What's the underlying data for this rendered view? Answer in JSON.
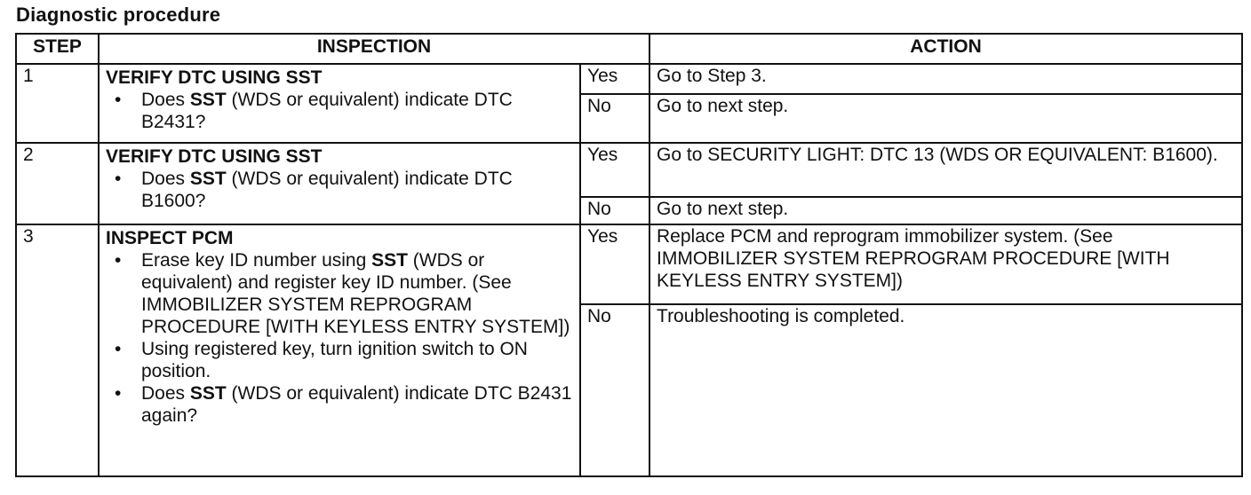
{
  "title": "Diagnostic procedure",
  "headers": {
    "step": "STEP",
    "inspection": "INSPECTION",
    "action": "ACTION"
  },
  "rows": [
    {
      "step": "1",
      "inspection_title": "VERIFY DTC USING SST",
      "items": [
        {
          "pre": "Does ",
          "bold": "SST",
          "post": " (WDS or equivalent) indicate DTC B2431?"
        }
      ],
      "yes_label": "Yes",
      "yes_action": "Go to Step 3.",
      "no_label": "No",
      "no_action": "Go to next step."
    },
    {
      "step": "2",
      "inspection_title": "VERIFY DTC USING SST",
      "items": [
        {
          "pre": "Does ",
          "bold": "SST",
          "post": " (WDS or equivalent) indicate DTC B1600?"
        }
      ],
      "yes_label": "Yes",
      "yes_action": "Go to SECURITY LIGHT: DTC 13 (WDS OR EQUIVALENT: B1600).",
      "no_label": "No",
      "no_action": "Go to next step."
    },
    {
      "step": "3",
      "inspection_title": "INSPECT PCM",
      "items": [
        {
          "pre": "Erase key ID number using ",
          "bold": "SST",
          "post": " (WDS or equivalent) and register key ID number. (See IMMOBILIZER SYSTEM REPROGRAM PROCEDURE [WITH KEYLESS ENTRY SYSTEM])"
        },
        {
          "pre": "Using registered key, turn ignition switch to ON position.",
          "bold": "",
          "post": ""
        },
        {
          "pre": "Does ",
          "bold": "SST",
          "post": " (WDS or equivalent) indicate DTC B2431 again?"
        }
      ],
      "yes_label": "Yes",
      "yes_action": "Replace PCM and reprogram immobilizer system. (See IMMOBILIZER SYSTEM REPROGRAM PROCEDURE [WITH KEYLESS ENTRY SYSTEM])",
      "no_label": "No",
      "no_action": "Troubleshooting is completed."
    }
  ]
}
